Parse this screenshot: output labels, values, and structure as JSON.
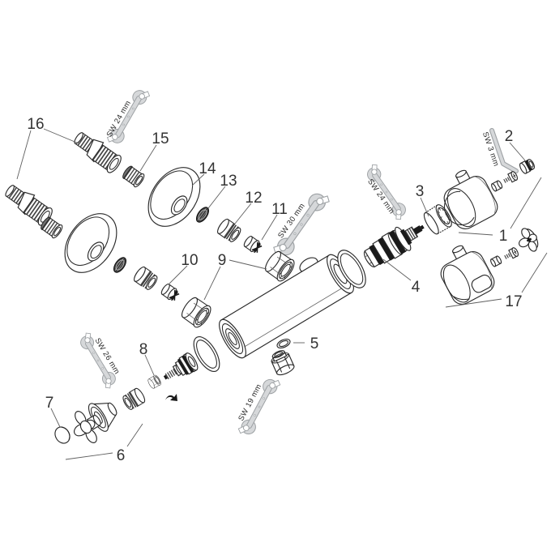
{
  "page": {
    "background": "#ffffff"
  },
  "diagram": {
    "type": "exploded-parts-diagram",
    "part_labels": {
      "p1": "1",
      "p2": "2",
      "p3": "3",
      "p4": "4",
      "p5": "5",
      "p6": "6",
      "p7": "7",
      "p8": "8",
      "p9": "9",
      "p10": "10",
      "p11": "11",
      "p12": "12",
      "p13": "13",
      "p14": "14",
      "p15": "15",
      "p16": "16",
      "p17": "17"
    },
    "tool_labels": {
      "sw24_top": "SW 24 mm",
      "sw24_right": "SW 24 mm",
      "sw30": "SW 30 mm",
      "sw26": "SW 26 mm",
      "sw19": "SW 19 mm",
      "sw3": "SW 3 mm"
    },
    "colors": {
      "line": "#2a2a2a",
      "label_text": "#333333",
      "wrench_fill": "#d6d8da",
      "wrench_outline": "#9da1a4",
      "dark_part": "#1a1a1a",
      "background": "#ffffff"
    }
  }
}
